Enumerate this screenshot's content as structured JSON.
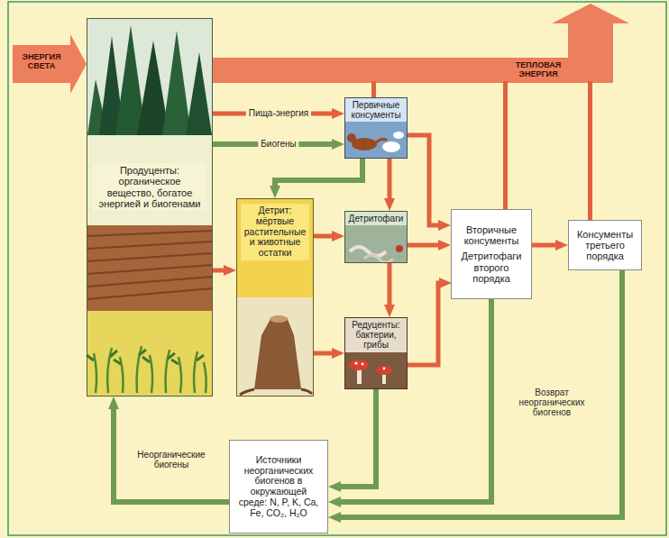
{
  "diagram": {
    "nodes": [
      {
        "text": [
          "Продуценты: органическое вещество, богатое энергией и биогенами"
        ]
      },
      {
        "text": [
          "Первичные консументы"
        ]
      },
      {
        "text": [
          "Детрит: мёртвые растительные и животные остатки"
        ]
      },
      {
        "text": [
          "Детритофаги"
        ]
      },
      {
        "text": [
          "Редуценты: бактерии, грибы"
        ]
      },
      {
        "text": [
          "Вторичные консументы",
          "Детритофаги второго порядка"
        ]
      },
      {
        "text": [
          "Консументы третьего порядка"
        ]
      },
      {
        "text": [
          "Источники неорганических биогенов в окружающей среде: N, P, K, Ca, Fe, CO₂, H₂O"
        ]
      }
    ],
    "edges": [
      {
        "from": 0,
        "to": 1,
        "label": "Пища-энергия",
        "arrow": "to"
      },
      {
        "from": 0,
        "to": 1,
        "label": "Биогены",
        "arrow": "to"
      },
      {
        "from": 0,
        "to": 2,
        "arrow": "to"
      },
      {
        "from": 1,
        "to": 2,
        "arrow": "to"
      },
      {
        "from": 2,
        "to": 3,
        "arrow": "to"
      },
      {
        "from": 2,
        "to": 4,
        "arrow": "to"
      },
      {
        "from": 1,
        "to": 3,
        "arrow": "to"
      },
      {
        "from": 3,
        "to": 4,
        "arrow": "to"
      },
      {
        "from": 1,
        "to": 5,
        "arrow": "to"
      },
      {
        "from": 3,
        "to": 5,
        "arrow": "to"
      },
      {
        "from": 4,
        "to": 5,
        "arrow": "to"
      },
      {
        "from": 5,
        "to": 6,
        "arrow": "to"
      },
      {
        "from": 4,
        "to": 7,
        "arrow": "to"
      },
      {
        "from": 5,
        "to": 7,
        "arrow": "to"
      },
      {
        "from": 6,
        "to": 7,
        "arrow": "to"
      },
      {
        "from": 7,
        "to": 0,
        "label": "Неорганические биогены",
        "arrow": "to"
      }
    ],
    "labels": [
      "ЭНЕРГИЯ СВЕТА",
      "ТЕПЛОВАЯ ЭНЕРГИЯ",
      "Возврат неорганических биогенов"
    ]
  }
}
